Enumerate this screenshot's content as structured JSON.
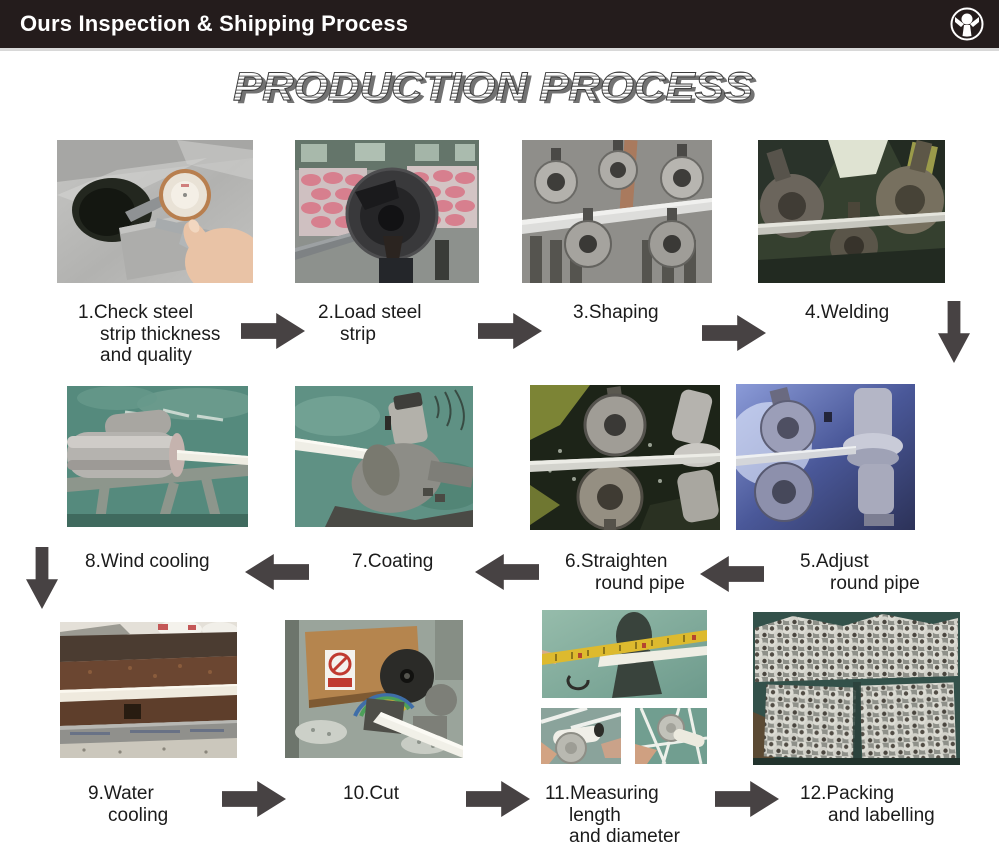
{
  "header": {
    "title": "Ours Inspection & Shipping Process",
    "logo": "brand-logo"
  },
  "page_title": "PRODUCTION PROCESS",
  "steps": [
    {
      "lines": [
        "1.Check steel",
        "strip thickness",
        "and quality"
      ]
    },
    {
      "lines": [
        "2.Load steel",
        "strip"
      ]
    },
    {
      "lines": [
        "3.Shaping"
      ]
    },
    {
      "lines": [
        "4.Welding"
      ]
    },
    {
      "lines": [
        "5.Adjust",
        "round pipe"
      ]
    },
    {
      "lines": [
        "6.Straighten",
        "round pipe"
      ]
    },
    {
      "lines": [
        "7.Coating"
      ]
    },
    {
      "lines": [
        "8.Wind cooling"
      ]
    },
    {
      "lines": [
        "9.Water",
        "cooling"
      ]
    },
    {
      "lines": [
        "10.Cut"
      ]
    },
    {
      "lines": [
        "11.Measuring",
        "length",
        "and diameter"
      ]
    },
    {
      "lines": [
        "12.Packing",
        "and labelling"
      ]
    }
  ],
  "colors": {
    "header_bg": "#241c1c",
    "arrow": "#474243",
    "label_text": "#1b1b1b"
  }
}
